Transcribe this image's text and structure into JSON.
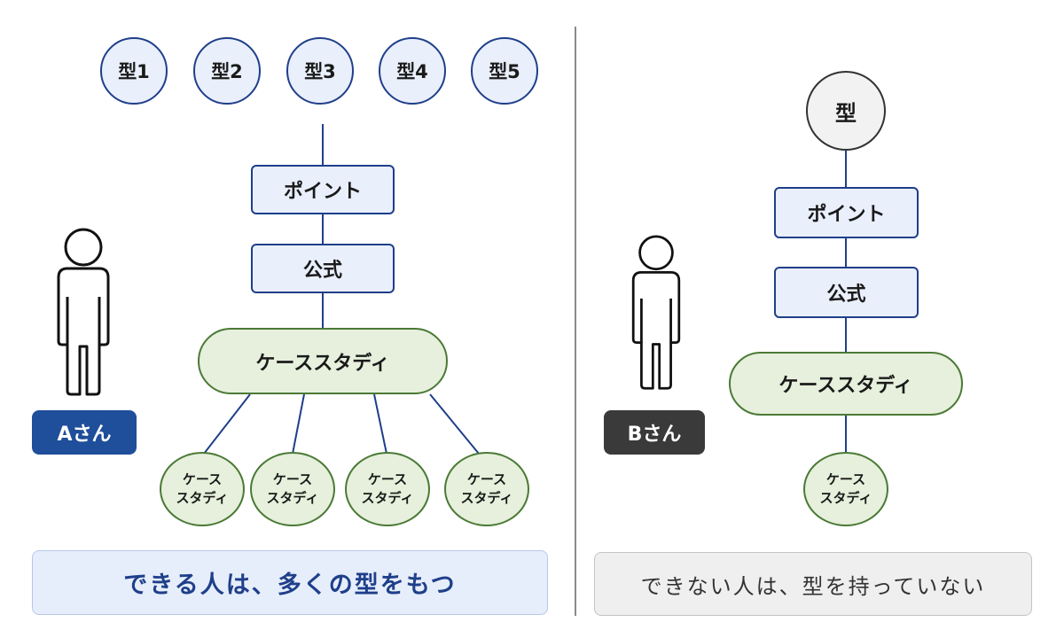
{
  "left": {
    "kata_items": [
      "型1",
      "型2",
      "型3",
      "型4",
      "型5"
    ],
    "point_label": "ポイント",
    "formula_label": "公式",
    "case_study_label": "ケーススタディ",
    "case_items": [
      {
        "line1": "ケース",
        "line2": "スタディ"
      },
      {
        "line1": "ケース",
        "line2": "スタディ"
      },
      {
        "line1": "ケース",
        "line2": "スタディ"
      },
      {
        "line1": "ケース",
        "line2": "スタディ"
      }
    ],
    "person_label": "Aさん",
    "caption": "できる人は、多くの型をもつ"
  },
  "right": {
    "kata_label": "型",
    "point_label": "ポイント",
    "formula_label": "公式",
    "case_study_label": "ケーススタディ",
    "case_item": {
      "line1": "ケース",
      "line2": "スタディ"
    },
    "person_label": "Bさん",
    "caption": "できない人は、型を持っていない"
  },
  "colors": {
    "blue_stroke": "#1f3f8a",
    "blue_fill": "#e9effb",
    "green_stroke": "#4b7a36",
    "green_fill": "#e6f0dc",
    "label_a": "#1f4e9a",
    "label_b": "#3a3a3a"
  }
}
